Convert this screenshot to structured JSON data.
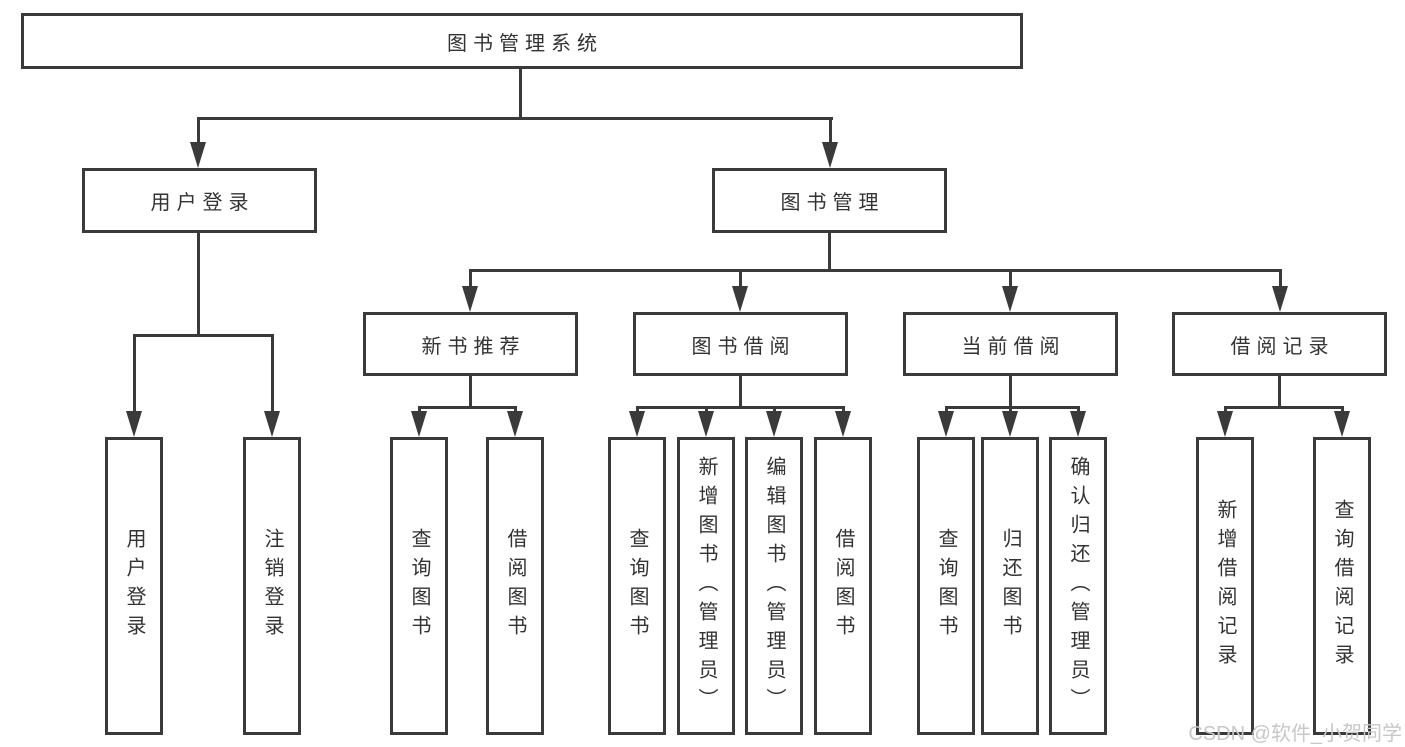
{
  "tree": {
    "root": "图书管理系统",
    "login": {
      "label": "用户登录",
      "children": [
        "用户登录",
        "注销登录"
      ]
    },
    "management": {
      "label": "图书管理",
      "groups": [
        {
          "label": "新书推荐",
          "children": [
            "查询图书",
            "借阅图书"
          ]
        },
        {
          "label": "图书借阅",
          "children": [
            "查询图书",
            "新增图书（管理员）",
            "编辑图书（管理员）",
            "借阅图书"
          ]
        },
        {
          "label": "当前借阅",
          "children": [
            "查询图书",
            "归还图书",
            "确认归还（管理员）"
          ]
        },
        {
          "label": "借阅记录",
          "children": [
            "新增借阅记录",
            "查询借阅记录"
          ]
        }
      ]
    }
  },
  "watermark": "CSDN @软件_小贺同学",
  "colors": {
    "line": "#3a3a3a",
    "text": "#333333",
    "bg": "#ffffff",
    "watermark": "#c9c7c7"
  }
}
